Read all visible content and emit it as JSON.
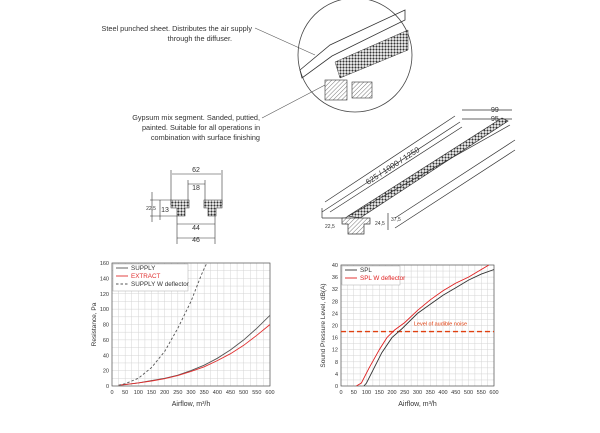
{
  "annotations": {
    "steel_sheet": [
      "Steel punched sheet. Distributes the air supply",
      "through the diffuser."
    ],
    "gypsum": [
      "Gypsum mix segment. Sanded, puttied,",
      "painted. Suitable for all operations in",
      "combination with surface finishing"
    ]
  },
  "profile_dims": {
    "d62": "62",
    "d18": "18",
    "d22_5": "22,5",
    "d13": "13",
    "d44": "44",
    "d46": "46"
  },
  "iso_dims": {
    "length": "625 / 1000 / 1250",
    "w99": "99",
    "w95": "95",
    "d22_5": "22,5",
    "d24_5": "24,5",
    "d37_5": "37,5"
  },
  "colors": {
    "supply": "#555555",
    "extract": "#e03030",
    "deflector": "#555555",
    "spl": "#333333",
    "spl_defl": "#e02020",
    "noise": "#e04010",
    "grid": "#cccccc"
  },
  "chart_data": [
    {
      "type": "line",
      "title": "",
      "xlabel": "Airflow, m³/h",
      "ylabel": "Resistance, Pa",
      "xlim": [
        0,
        600
      ],
      "ylim": [
        0,
        160
      ],
      "xticks": [
        0,
        50,
        100,
        150,
        200,
        250,
        300,
        350,
        400,
        450,
        500,
        550,
        600
      ],
      "yticks": [
        0,
        20,
        40,
        60,
        80,
        100,
        120,
        140,
        160
      ],
      "grid": true,
      "legend": "top-left",
      "series": [
        {
          "name": "SUPPLY",
          "style": "solid",
          "color": "#555555",
          "x": [
            25,
            50,
            100,
            150,
            200,
            250,
            300,
            350,
            400,
            450,
            500,
            550,
            600
          ],
          "y": [
            1,
            2,
            4,
            7,
            10,
            14,
            20,
            27,
            36,
            47,
            60,
            75,
            92
          ]
        },
        {
          "name": "EXTRACT",
          "style": "solid",
          "color": "#e03030",
          "x": [
            25,
            50,
            100,
            150,
            200,
            250,
            300,
            350,
            400,
            450,
            500,
            550,
            600
          ],
          "y": [
            1,
            2,
            4,
            6.5,
            9.5,
            13.5,
            19,
            25,
            33,
            42,
            53,
            66,
            80
          ]
        },
        {
          "name": "SUPPLY W deflector",
          "style": "dashed",
          "color": "#555555",
          "x": [
            25,
            50,
            100,
            150,
            200,
            250,
            300,
            340,
            360
          ],
          "y": [
            1,
            3,
            10,
            24,
            45,
            75,
            110,
            145,
            160
          ]
        }
      ]
    },
    {
      "type": "line",
      "title": "",
      "xlabel": "Airflow, m³/h",
      "ylabel": "Sound Pressure Level, dB(A)",
      "xlim": [
        0,
        600
      ],
      "ylim": [
        0,
        40
      ],
      "xticks": [
        0,
        50,
        100,
        150,
        200,
        250,
        300,
        350,
        400,
        450,
        500,
        550,
        600
      ],
      "yticks": [
        0,
        4,
        8,
        12,
        16,
        20,
        24,
        28,
        32,
        36,
        40
      ],
      "grid": true,
      "legend": "top-left",
      "series": [
        {
          "name": "SPL",
          "style": "solid",
          "color": "#333333",
          "x": [
            90,
            100,
            130,
            160,
            200,
            240,
            300,
            350,
            400,
            450,
            500,
            550,
            600
          ],
          "y": [
            0,
            1,
            6,
            11,
            16,
            19,
            24,
            27,
            30,
            32.5,
            35,
            37,
            38.5
          ]
        },
        {
          "name": "SPL W deflector",
          "style": "solid",
          "color": "#e02020",
          "x": [
            60,
            80,
            110,
            150,
            180,
            210,
            250,
            300,
            350,
            400,
            450,
            500,
            550,
            580
          ],
          "y": [
            0,
            1,
            6,
            12,
            16,
            18.5,
            21,
            25,
            28.5,
            31.5,
            34,
            36,
            38.5,
            40
          ]
        }
      ],
      "annotations": [
        {
          "text": "Level of audible noise",
          "y": 18,
          "style": "dashed",
          "color": "#e04010"
        }
      ]
    }
  ]
}
